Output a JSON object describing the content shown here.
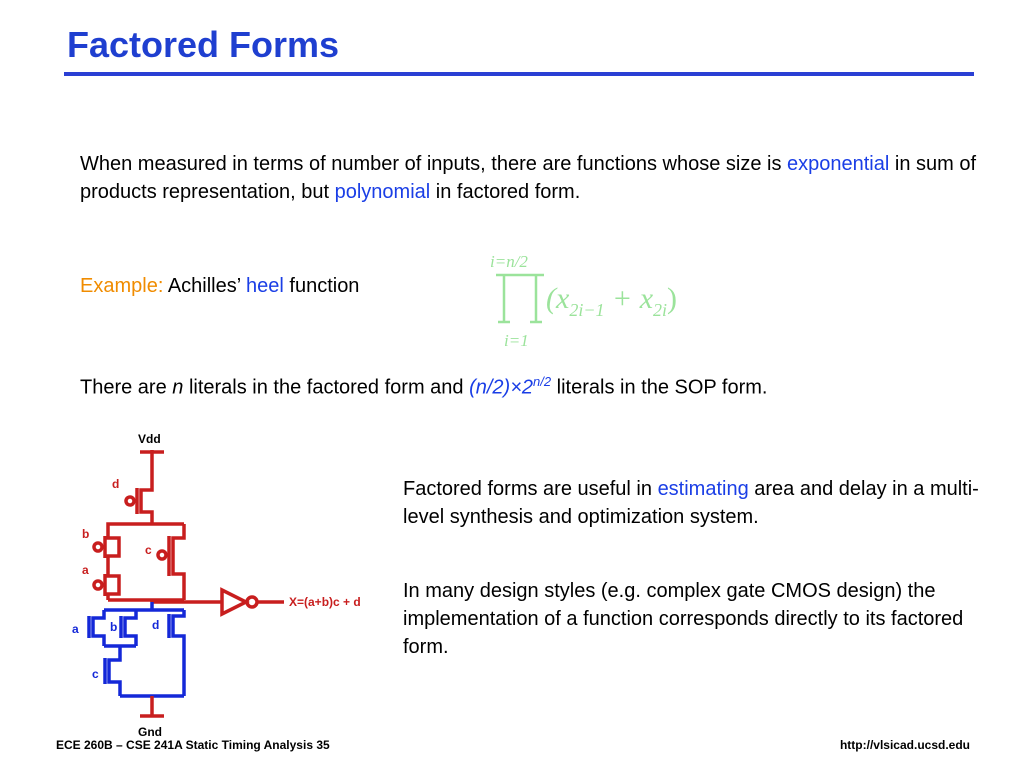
{
  "title": "Factored Forms",
  "para1": {
    "pre": "When measured in terms of number of inputs, there are functions whose size is ",
    "hl1": "exponential",
    "mid": " in sum of products representation, but ",
    "hl2": "polynomial",
    "post": " in factored form."
  },
  "example": {
    "label": "Example:",
    "pre": " Achilles’ ",
    "hl": "heel",
    "post": " function"
  },
  "formula": {
    "upper": "i=n/2",
    "lower": "i=1",
    "body_open": "(x",
    "sub1": "2i−1",
    "plus": " + x",
    "sub2": "2i",
    "close": ")"
  },
  "para3": {
    "pre": "There are ",
    "n": "n",
    "mid": " literals in the factored form and ",
    "expr": "(n/2)×2",
    "exp": "n/2",
    "post": " literals in the SOP form."
  },
  "right1": {
    "pre": "Factored forms are useful in ",
    "hl": "estimating",
    "post": " area and delay in a multi-level synthesis and optimization system."
  },
  "right2": "In many design styles (e.g. complex gate CMOS design) the implementation of a function corresponds directly to its factored form.",
  "circuit": {
    "vdd": "Vdd",
    "gnd": "Gnd",
    "output": "X=(a+b)c + d",
    "labels": [
      "d",
      "b",
      "a",
      "c",
      "a",
      "b",
      "d",
      "c"
    ]
  },
  "footer": {
    "left": "ECE 260B – CSE 241A Static Timing Analysis 35",
    "right": "http://vlsicad.ucsd.edu"
  },
  "colors": {
    "title": "#1f3fd0",
    "pullup": "#c81e1e",
    "pulldown": "#1428d8",
    "formula": "#9be39b",
    "highlight": "#1a3ee6",
    "example": "#f08c00"
  }
}
